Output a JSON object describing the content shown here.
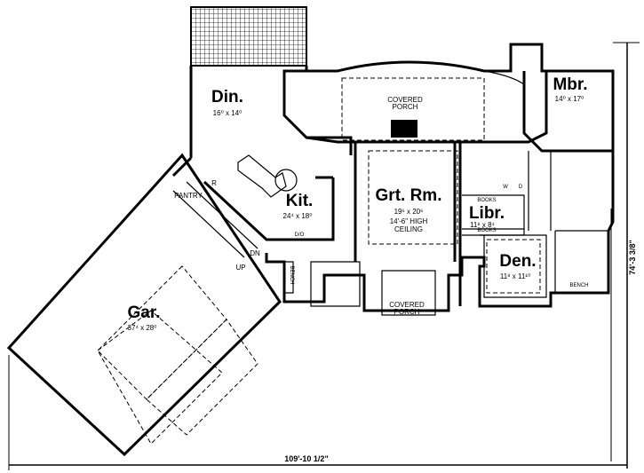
{
  "rooms": {
    "dining": {
      "name": "Din.",
      "size": "16⁰ x 14⁰"
    },
    "great_room": {
      "name": "Grt. Rm.",
      "size": "19⁶ x 20⁶",
      "note_line1": "14'-6\" HIGH",
      "note_line2": "CEILING"
    },
    "kitchen": {
      "name": "Kit.",
      "size": "24⁴ x 18⁰"
    },
    "library": {
      "name": "Libr.",
      "size": "11⁸ x 8⁴"
    },
    "den": {
      "name": "Den.",
      "size": "11⁸ x 11¹⁰"
    },
    "master_bedroom": {
      "name": "Mbr.",
      "size": "14⁰ x 17⁰"
    },
    "garage": {
      "name": "Gar.",
      "size": "37⁴ x 28⁰"
    }
  },
  "labels": {
    "covered_porch_rear_1": "COVERED",
    "covered_porch_rear_2": "PORCH",
    "covered_porch_front_1": "COVERED",
    "covered_porch_front_2": "PORCH",
    "pantry": "PANTRY",
    "refrigerator": "R",
    "double_oven": "D/O",
    "stairs_down": "DN",
    "stairs_up": "UP",
    "bench_entry": "BENCH",
    "bench_closet": "BENCH",
    "books_top": "BOOKS",
    "books_bottom": "BOOKS",
    "washer": "W",
    "dryer": "D"
  },
  "dimensions": {
    "width": "109'-10 1/2\"",
    "depth": "74'-3 3/8\""
  }
}
